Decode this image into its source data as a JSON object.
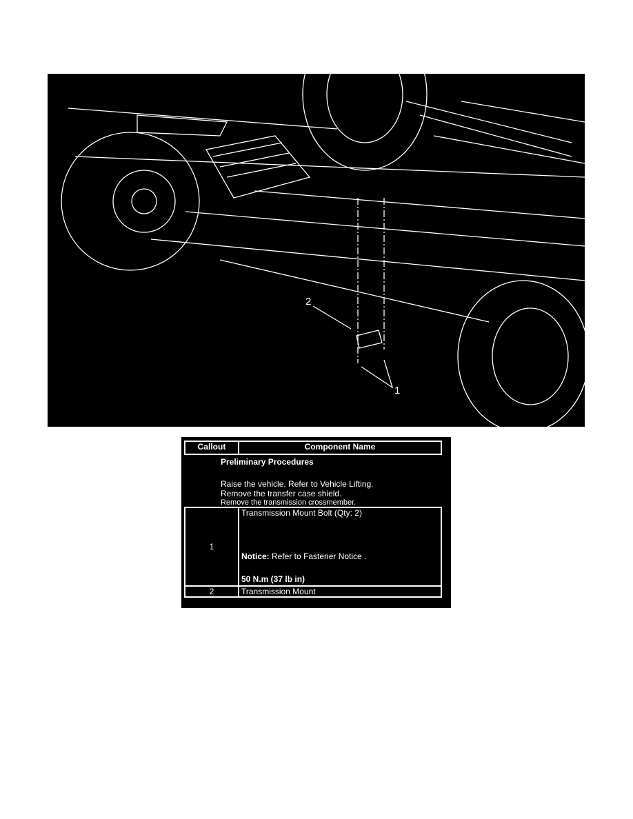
{
  "figure": {
    "callouts": [
      "1",
      "2"
    ]
  },
  "table": {
    "headers": [
      "Callout",
      "Component Name"
    ],
    "preliminary": {
      "title": "Preliminary Procedures",
      "steps": [
        "Raise the vehicle. Refer to Vehicle Lifting.",
        "Remove the transfer case shield.",
        "Remove the transmission crossmember."
      ]
    },
    "rows": [
      {
        "callout": "1",
        "name": "Transmission Mount Bolt (Qty: 2)",
        "notice_label": "Notice:",
        "notice_text": " Refer to Fastener Notice .",
        "torque": "50 N.m (37 lb in)"
      },
      {
        "callout": "2",
        "name": "Transmission Mount"
      }
    ]
  }
}
